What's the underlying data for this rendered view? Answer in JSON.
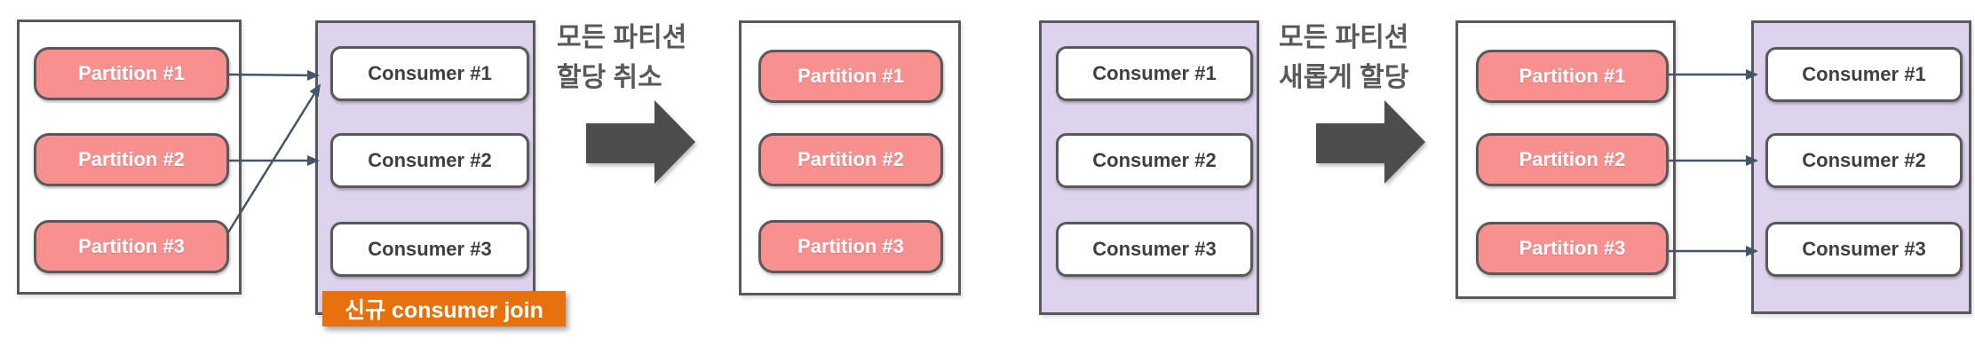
{
  "colors": {
    "partition_fill": "#F99090",
    "partition_text": "#FFFFFF",
    "consumer_fill": "#FFFFFF",
    "consumer_text": "#3F3F3F",
    "group_fill": "#DDD3EF",
    "box_border": "#595959",
    "thin_arrow": "#44546A",
    "block_arrow": "#4D4D4D",
    "label_text": "#595959",
    "badge_fill": "#E8700D",
    "badge_text": "#FFFFFF"
  },
  "before": {
    "partitions": [
      "Partition #1",
      "Partition #2",
      "Partition #3"
    ],
    "consumers": [
      "Consumer #1",
      "Consumer #2",
      "Consumer #3"
    ],
    "badge": "신규 consumer join",
    "assignments": [
      "Partition #1 → Consumer #1",
      "Partition #2 → Consumer #2",
      "Partition #3 → Consumer #1"
    ]
  },
  "revoke_step": {
    "line1": "모든 파티션",
    "line2": "할당 취소"
  },
  "revoked": {
    "partitions": [
      "Partition #1",
      "Partition #2",
      "Partition #3"
    ],
    "consumers": [
      "Consumer #1",
      "Consumer #2",
      "Consumer #3"
    ],
    "assignments": []
  },
  "reassign_step": {
    "line1": "모든 파티션",
    "line2": "새롭게 할당"
  },
  "after": {
    "partitions": [
      "Partition #1",
      "Partition #2",
      "Partition #3"
    ],
    "consumers": [
      "Consumer #1",
      "Consumer #2",
      "Consumer #3"
    ],
    "assignments": [
      "Partition #1 → Consumer #1",
      "Partition #2 → Consumer #2",
      "Partition #3 → Consumer #3"
    ]
  }
}
